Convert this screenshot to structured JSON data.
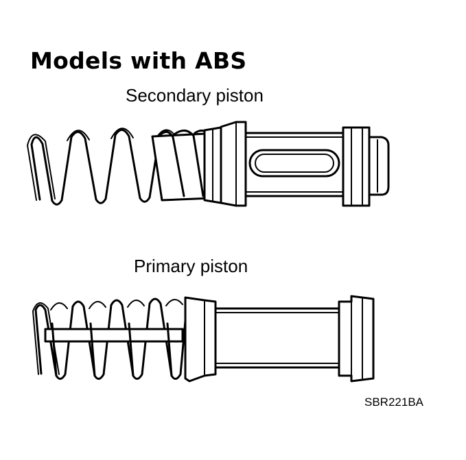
{
  "title": "Models with ABS",
  "labels": {
    "secondary": "Secondary piston",
    "primary": "Primary piston"
  },
  "figure_code": "SBR221BA",
  "colors": {
    "ink": "#000000",
    "paper": "#ffffff"
  }
}
